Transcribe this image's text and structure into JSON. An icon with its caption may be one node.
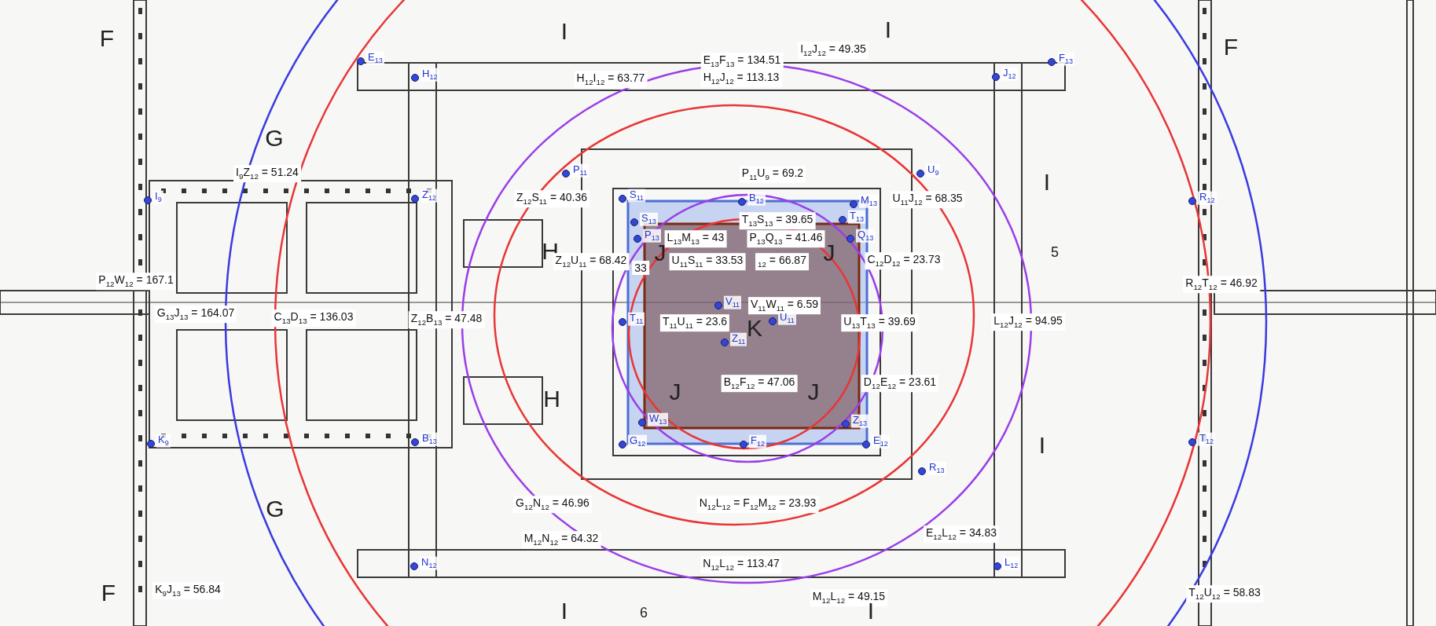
{
  "diagram": {
    "labels": [
      "F",
      "I",
      "I$_{12}$J$_{12}$ = 49.35",
      "I",
      "F",
      "E$_{13}$",
      "E$_{13}$F$_{13}$ = 134.51",
      "F$_{13}$",
      "H$_{12}$",
      "H$_{12}$I$_{12}$ = 63.77",
      "H$_{12}$J$_{12}$ = 113.13",
      "J$_{12}$",
      "G",
      "I$_{9}$Z$_{12}$ = 51.24",
      "P$_{11}$",
      "P$_{11}$U$_{9}$ = 69.2",
      "U$_{9}$",
      "I",
      "I$_{9}$",
      "Z$_{12}$",
      "Z$_{12}$S$_{11}$ = 40.36",
      "S$_{11}$",
      "B$_{12}$",
      "M$_{13}$",
      "U$_{11}$J$_{12}$ = 68.35",
      "R$_{12}$",
      "S$_{13}$",
      "T$_{13}$S$_{13}$ = 39.65",
      "T$_{13}$",
      "P$_{13}$",
      "L$_{13}$M$_{13}$ = 43",
      "P$_{13}$Q$_{13}$ = 41.46",
      "Q$_{13}$",
      "H",
      "Z$_{12}$U$_{11}$ = 68.42",
      "33",
      "J",
      "U$_{11}$S$_{11}$ = 33.53",
      "$_{12}$ = 66.87",
      "J",
      "C$_{12}$D$_{12}$ = 23.73",
      "5",
      "P$_{12}$W$_{12}$ = 167.1",
      "R$_{12}$T$_{12}$ = 46.92",
      "V$_{11}$",
      "V$_{11}$W$_{11}$ = 6.59",
      "G$_{13}$J$_{13}$ = 164.07",
      "C$_{13}$D$_{13}$ = 136.03",
      "Z$_{12}$B$_{13}$ = 47.48",
      "T$_{11}$",
      "T$_{11}$U$_{11}$ = 23.6",
      "Z$_{11}$",
      "K",
      "U$_{11}$",
      "U$_{13}$T$_{13}$ = 39.69",
      "L$_{12}$J$_{12}$ = 94.95",
      "H",
      "J",
      "B$_{12}$F$_{12}$ = 47.06",
      "J",
      "D$_{12}$E$_{12}$ = 23.61",
      "W$_{13}$",
      "Z$_{13}$",
      "K$_{9}$",
      "B$_{13}$",
      "G$_{12}$",
      "F$_{12}$",
      "E$_{12}$",
      "I",
      "T$_{12}$",
      "R$_{13}$",
      "G",
      "G$_{12}$N$_{12}$ = 46.96",
      "N$_{12}$L$_{12}$ = F$_{12}$M$_{12}$ = 23.93",
      "M$_{12}$N$_{12}$ = 64.32",
      "E$_{12}$L$_{12}$ = 34.83",
      "N$_{12}$",
      "N$_{12}$L$_{12}$ = 113.47",
      "L$_{12}$",
      "F",
      "K$_{9}$J$_{13}$ = 56.84",
      "M$_{12}$L$_{12}$ = 49.15",
      "T$_{12}$U$_{12}$ = 58.83",
      "I",
      "6",
      "I"
    ]
  }
}
